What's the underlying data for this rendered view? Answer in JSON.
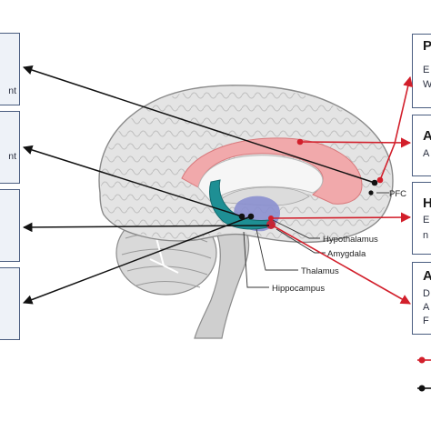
{
  "left_boxes": [
    {
      "text": "nt"
    },
    {
      "text": "nt"
    },
    {
      "text": ""
    },
    {
      "text": ""
    }
  ],
  "right_boxes": [
    {
      "title": "P",
      "lines": [
        "E",
        "W"
      ]
    },
    {
      "title": "A",
      "lines": [
        "A"
      ]
    },
    {
      "title": "H",
      "lines": [
        "E",
        "n"
      ]
    },
    {
      "title": "A",
      "lines": [
        "D",
        "A",
        "F"
      ]
    }
  ],
  "labels": {
    "pfc": "PFC",
    "hypothalamus": "Hypothalamus",
    "amygdala": "Amygdala",
    "thalamus": "Thalamus",
    "hippocampus": "Hippocampus"
  },
  "colors": {
    "arrow_red": "#d21f2b",
    "arrow_black": "#111111",
    "box_border": "#4a5d80",
    "box_fill": "#eef2f8",
    "cingulate": "#f1a9ab",
    "hippocampus": "#1e8f94",
    "thalamus": "#8a8fcf"
  }
}
